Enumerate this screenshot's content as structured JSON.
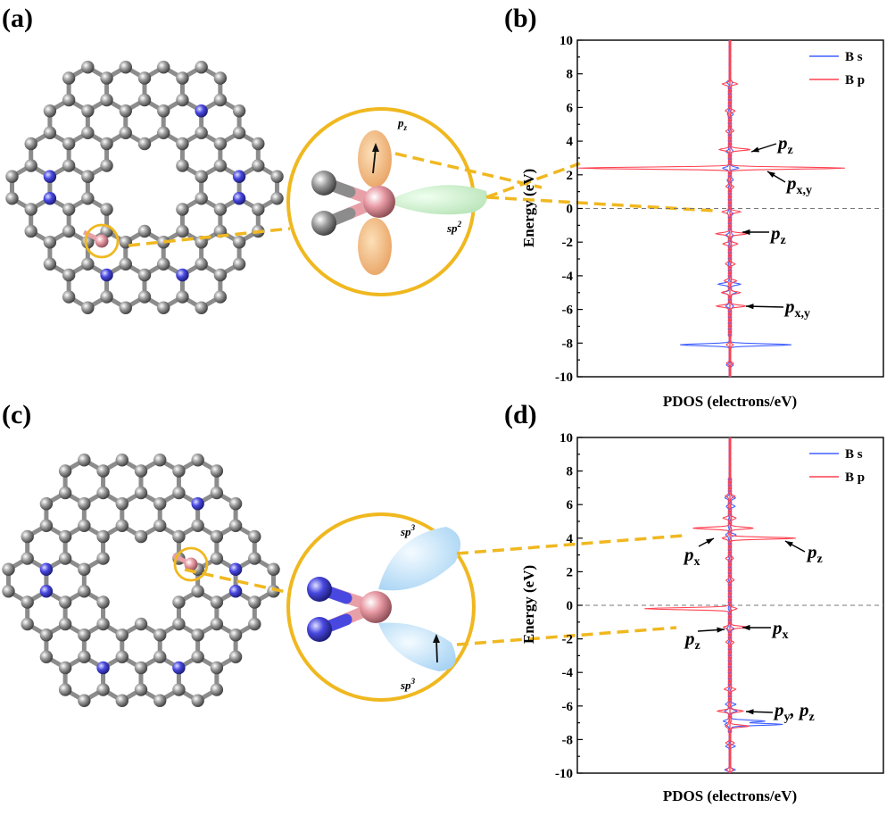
{
  "panel_labels": [
    "(a)",
    "(b)",
    "(c)",
    "(d)"
  ],
  "molecule_orbitals_a": {
    "top": "p",
    "top_sub": "z",
    "side": "sp",
    "side_sup": "2"
  },
  "molecule_orbitals_c": {
    "top": "sp",
    "top_sup": "3",
    "bottom": "sp",
    "bottom_sup": "3"
  },
  "colors": {
    "carbon": "#8c8c8c",
    "nitrogen": "#5a5aff",
    "boron": "#e8a0a8",
    "yellow": "#f0b820",
    "bs": "#4060ff",
    "bp": "#ff4050"
  },
  "chart_data": [
    {
      "type": "line",
      "panel": "(b)",
      "xlabel": "PDOS (electrons/eV)",
      "ylabel": "Energy (eV)",
      "ylim": [
        -10,
        10
      ],
      "yticks": [
        "10",
        "8",
        "6",
        "4",
        "2",
        "0",
        "-2",
        "-4",
        "-6",
        "-8",
        "-10"
      ],
      "legend": {
        "position": "top-right"
      },
      "series": [
        {
          "name": "B s",
          "color": "#4060ff",
          "energy": [
            7.5,
            5.6,
            3.4,
            2.4,
            1.7,
            -0.3,
            -1.6,
            -4.5,
            -5.0,
            -5.8,
            -8.1,
            -9.3
          ],
          "left": [
            2,
            2,
            3,
            7,
            2,
            2,
            3,
            12,
            6,
            3,
            55,
            3
          ],
          "right": [
            2,
            2,
            2,
            8,
            2,
            2,
            3,
            10,
            6,
            3,
            68,
            3
          ]
        },
        {
          "name": "B p",
          "color": "#ff4050",
          "energy": [
            7.4,
            5.8,
            4.6,
            3.5,
            2.4,
            1.3,
            -0.2,
            -1.5,
            -2.1,
            -3.3,
            -4.3,
            -5.0,
            -5.8,
            -8.1,
            -9.2
          ],
          "left": [
            7,
            4,
            3,
            10,
            168,
            3,
            8,
            14,
            6,
            4,
            5,
            8,
            14,
            3,
            3
          ],
          "right": [
            7,
            4,
            3,
            22,
            128,
            3,
            10,
            18,
            8,
            4,
            6,
            10,
            16,
            3,
            3
          ]
        }
      ],
      "annotations": [
        {
          "text": "p",
          "sub": "z",
          "energy": 3.5
        },
        {
          "text": "p",
          "sub": "x,y",
          "energy": 2.4
        },
        {
          "text": "p",
          "sub": "z",
          "energy": -1.5
        },
        {
          "text": "p",
          "sub": "x,y",
          "energy": -5.8
        }
      ]
    },
    {
      "type": "line",
      "panel": "(d)",
      "xlabel": "PDOS (electrons/eV)",
      "ylabel": "Energy (eV)",
      "ylim": [
        -10,
        10
      ],
      "yticks": [
        "10",
        "8",
        "6",
        "4",
        "2",
        "0",
        "-2",
        "-4",
        "-6",
        "-8",
        "-10"
      ],
      "legend": {
        "position": "top-right"
      },
      "series": [
        {
          "name": "B s",
          "color": "#4060ff",
          "energy": [
            6.4,
            5.9,
            4.2,
            -1.4,
            -5.9,
            -6.3,
            -6.9,
            -7.1,
            -8.4,
            -9.8
          ],
          "left": [
            4,
            3,
            4,
            3,
            4,
            5,
            6,
            4,
            4,
            5
          ],
          "right": [
            5,
            4,
            5,
            3,
            5,
            6,
            38,
            58,
            5,
            5
          ]
        },
        {
          "name": "B p",
          "color": "#ff4050",
          "energy": [
            6.5,
            5.2,
            4.6,
            4.0,
            2.8,
            1.5,
            -0.2,
            -1.3,
            -2.2,
            -5.0,
            -6.3,
            -7.2,
            -8.2,
            -9.8
          ],
          "left": [
            4,
            6,
            40,
            8,
            3,
            3,
            95,
            6,
            3,
            5,
            12,
            4,
            4,
            3
          ],
          "right": [
            4,
            6,
            25,
            72,
            3,
            3,
            6,
            18,
            3,
            5,
            14,
            20,
            4,
            3
          ]
        }
      ],
      "annotations": [
        {
          "text": "p",
          "sub": "x",
          "energy": 4.0,
          "side": "left"
        },
        {
          "text": "p",
          "sub": "z",
          "energy": 3.8,
          "side": "right"
        },
        {
          "text": "p",
          "sub": "z",
          "energy": -1.8,
          "side": "left"
        },
        {
          "text": "p",
          "sub": "x",
          "energy": -1.3,
          "side": "right"
        },
        {
          "text": "p",
          "sub": "y",
          "extra": ", ",
          "text2": "p",
          "sub2": "z",
          "energy": -6.3,
          "side": "right"
        }
      ]
    }
  ]
}
